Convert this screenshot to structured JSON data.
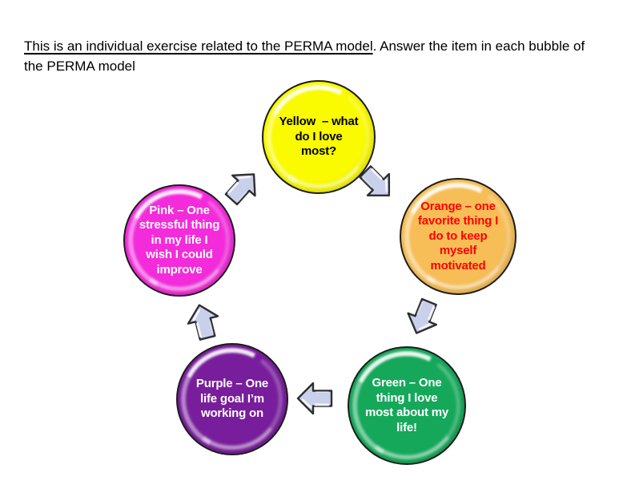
{
  "page": {
    "background": "#ffffff"
  },
  "instructions": {
    "underlined_part": "This is an individual exercise related to the PERMA model",
    "rest_part": ". Answer the item in each bubble of the PERMA model"
  },
  "diagram": {
    "type": "cycle",
    "arrow_color": "#c9d0ec",
    "arrow_outline": "#2e2e2e",
    "bubbles": [
      {
        "id": "yellow",
        "label": "Yellow  – what\ndo I love\nmost?",
        "fill": "#fafa00",
        "text_color": "#000000"
      },
      {
        "id": "orange",
        "label": "Orange – one\nfavorite thing I\ndo to keep\nmyself\nmotivated",
        "fill": "#f7be57",
        "text_color": "#fe0000"
      },
      {
        "id": "green",
        "label": "Green – One\nthing I love\nmost about my\nlife!",
        "fill": "#15a85a",
        "text_color": "#ffffff"
      },
      {
        "id": "purple",
        "label": "Purple – One\nlife goal I’m\nworking on",
        "fill": "#781e9c",
        "text_color": "#ffffff"
      },
      {
        "id": "pink",
        "label": "Pink – One\nstressful thing\nin my life I\nwish I could\nimprove",
        "fill": "#f32bdb",
        "text_color": "#ffffff"
      }
    ]
  }
}
